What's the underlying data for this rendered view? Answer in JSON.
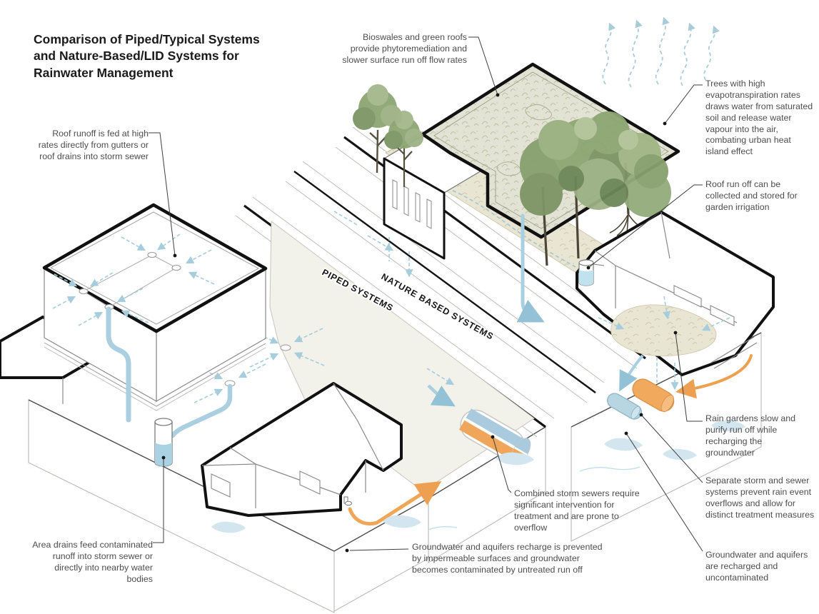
{
  "title": "Comparison of Piped/Typical Systems and Nature-Based/LID Systems for Rainwater Management",
  "road_labels": {
    "piped": "PIPED SYSTEMS",
    "nature": "NATURE BASED SYSTEMS"
  },
  "annotations": {
    "roof_runoff": "Roof runoff is fed at high rates directly from gutters or roof drains into storm sewer",
    "bioswales": "Bioswales and green roofs provide phytoremediation and slower surface run off flow rates",
    "trees": "Trees with high evapotranspiration rates draws water from saturated soil and release water vapour into the air, combating urban heat island effect",
    "roof_collect": "Roof run off can be collected and stored for garden irrigation",
    "rain_gardens": "Rain gardens slow and purify run off while recharging the groundwater",
    "separate": "Separate storm and sewer systems prevent rain event overflows and allow for distinct treatment measures",
    "groundwater_right": "Groundwater and aquifers are recharged and uncontaminated",
    "combined": "Combined storm sewers require significant intervention for treatment and are prone to overflow",
    "groundwater_left": "Groundwater and aquifers recharge is prevented by impermeable surfaces and groundwater becomes contaminated by untreated run off",
    "area_drains": "Area drains feed contaminated runoff into storm sewer or directly into nearby water bodies"
  },
  "colors": {
    "outline": "#111111",
    "annotation_text": "#4e4e4e",
    "water_blue": "#a9cfe0",
    "dashed_arrow_blue": "#a6cddc",
    "sewer_orange": "#f0a85c",
    "green_roof": "#e0e1d2",
    "foliage_green": "#8da573",
    "groundwater": "#d3e6ef"
  }
}
